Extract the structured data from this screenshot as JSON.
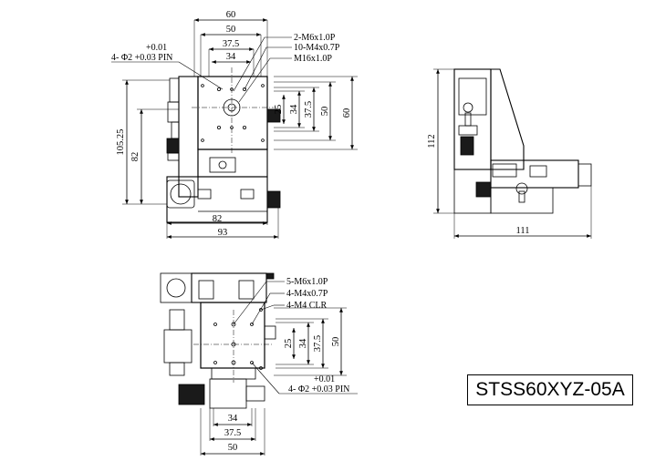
{
  "model": "STSS60XYZ-05A",
  "front_view": {
    "top_dims": [
      "60",
      "50",
      "37.5",
      "34"
    ],
    "callouts": [
      "2-M6x1.0P",
      "10-M4x0.7P",
      "M16x1.0P"
    ],
    "pin_note": {
      "tol": "+0.01",
      "main": "4- Φ2 +0.03 PIN"
    },
    "right_dims": [
      "25",
      "34",
      "37.5",
      "50",
      "60"
    ],
    "left_dims": [
      "105.25",
      "82"
    ],
    "bottom_dims": [
      "82",
      "93"
    ]
  },
  "side_view": {
    "height_dim": "112",
    "width_dim": "111"
  },
  "top_view": {
    "callouts": [
      "5-M6x1.0P",
      "4-M4x0.7P",
      "4-M4 CLR"
    ],
    "pin_note": {
      "tol": "+0.01",
      "main": "4- Φ2 +0.03 PIN"
    },
    "right_dims": [
      "25",
      "34",
      "37.5",
      "50"
    ],
    "bottom_dims": [
      "34",
      "37.5",
      "50"
    ]
  }
}
